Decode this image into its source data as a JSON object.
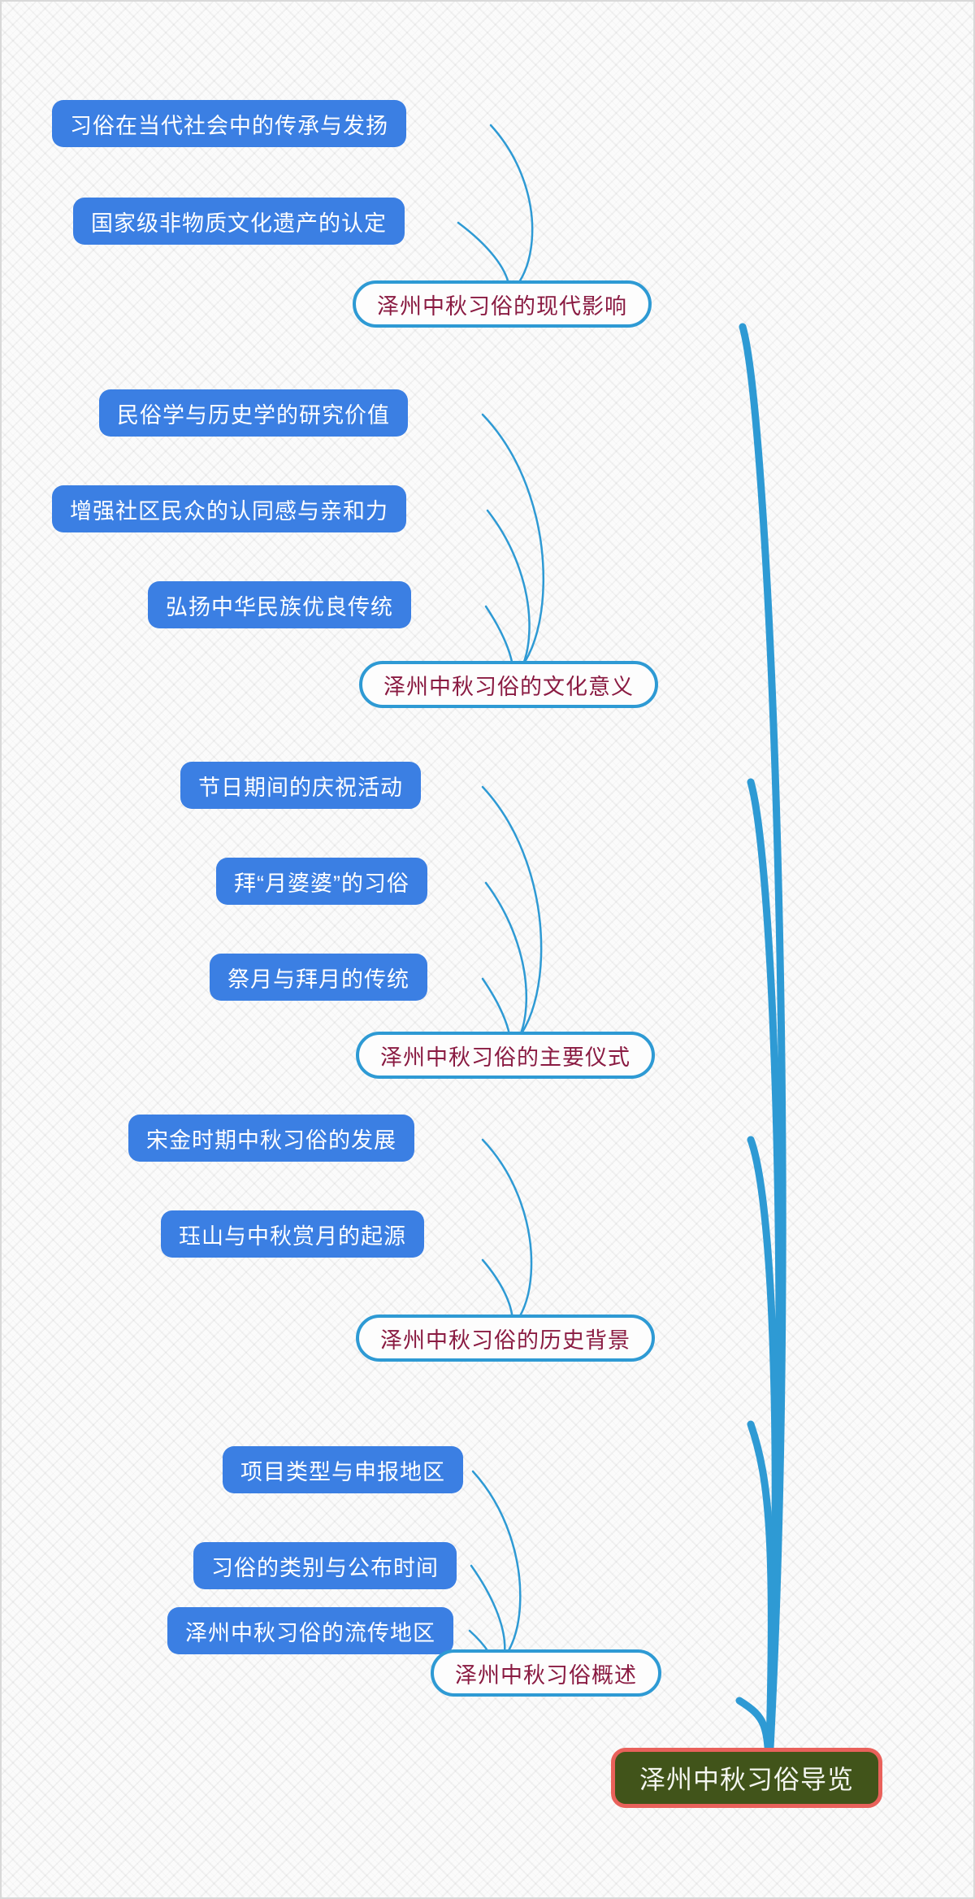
{
  "diagram": {
    "type": "mindmap",
    "title": "泽州中秋习俗导览",
    "orientation": "right-to-left",
    "colors": {
      "leaf_fill": "#3b7fe3",
      "leaf_text": "#ffffff",
      "branch_fill": "#fdfdfd",
      "branch_border": "#2e9ad4",
      "branch_text": "#8a1b42",
      "root_fill": "#41541a",
      "root_border": "#e9615b",
      "root_text": "#f4f6f0",
      "connector": "#2e9ad4",
      "canvas_bg": "#fbfbfb"
    }
  },
  "root": {
    "label": "泽州中秋习俗导览"
  },
  "branches": [
    {
      "id": "modern-impact",
      "label": "泽州中秋习俗的现代影响",
      "children": [
        {
          "id": "heritage-transmission",
          "label": "习俗在当代社会中的传承与发扬"
        },
        {
          "id": "national-ich",
          "label": "国家级非物质文化遗产的认定"
        }
      ]
    },
    {
      "id": "cultural-meaning",
      "label": "泽州中秋习俗的文化意义",
      "children": [
        {
          "id": "research-value",
          "label": "民俗学与历史学的研究价值"
        },
        {
          "id": "community-identity",
          "label": "增强社区民众的认同感与亲和力"
        },
        {
          "id": "promote-tradition",
          "label": "弘扬中华民族优良传统"
        }
      ]
    },
    {
      "id": "main-rituals",
      "label": "泽州中秋习俗的主要仪式",
      "children": [
        {
          "id": "festival-activities",
          "label": "节日期间的庆祝活动"
        },
        {
          "id": "worship-moon-granny",
          "label": "拜“月婆婆”的习俗"
        },
        {
          "id": "moon-sacrifice",
          "label": "祭月与拜月的传统"
        }
      ]
    },
    {
      "id": "historical-background",
      "label": "泽州中秋习俗的历史背景",
      "children": [
        {
          "id": "song-jin-development",
          "label": "宋金时期中秋习俗的发展"
        },
        {
          "id": "jueshan-origin",
          "label": "珏山与中秋赏月的起源"
        }
      ]
    },
    {
      "id": "overview",
      "label": "泽州中秋习俗概述",
      "children": [
        {
          "id": "project-type-region",
          "label": "项目类型与申报地区"
        },
        {
          "id": "category-publish-time",
          "label": "习俗的类别与公布时间"
        },
        {
          "id": "spread-region",
          "label": "泽州中秋习俗的流传地区"
        }
      ]
    }
  ]
}
